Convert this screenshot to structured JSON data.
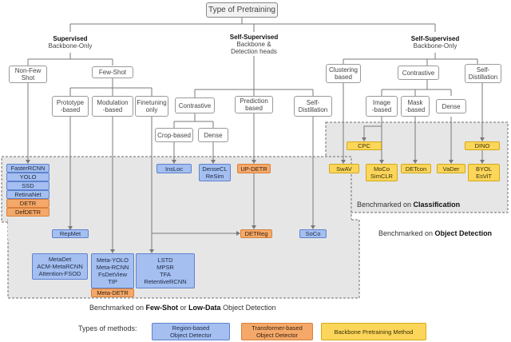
{
  "root": "Type of Pretraining",
  "categories": {
    "supervised": {
      "title": "Supervised",
      "sub": "Backbone-Only"
    },
    "self_supervised_det": {
      "title": "Self-Supervised",
      "sub1": "Backbone &",
      "sub2": "Detection heads"
    },
    "self_supervised_bb": {
      "title": "Self-Supervised",
      "sub": "Backbone-Only"
    }
  },
  "nodes": {
    "non_few_shot": [
      "Non-Few",
      "Shot"
    ],
    "few_shot": "Few-Shot",
    "prototype": [
      "Prototype",
      "-based"
    ],
    "modulation": [
      "Modulation",
      "-based"
    ],
    "finetuning": [
      "Finetuning",
      "only"
    ],
    "contrastive_mid": "Contrastive",
    "prediction": [
      "Prediction",
      "based"
    ],
    "self_distill_mid": [
      "Self-",
      "Distillation"
    ],
    "crop_based": "Crop-based",
    "dense_mid": "Dense",
    "clustering": [
      "Clustering",
      "based"
    ],
    "contrastive_right": "Contrastive",
    "self_distill_right": [
      "Self-",
      "Distillation"
    ],
    "image_based": [
      "Image",
      "-based"
    ],
    "mask_based": [
      "Mask",
      "-based"
    ],
    "dense_right": "Dense"
  },
  "methods": {
    "supervised_list": [
      {
        "label": "FasterRCNN",
        "type": "region"
      },
      {
        "label": "YOLO",
        "type": "region"
      },
      {
        "label": "SSD",
        "type": "region"
      },
      {
        "label": "RetinaNet",
        "type": "region"
      },
      {
        "label": "DETR",
        "type": "transformer"
      },
      {
        "label": "DefDETR",
        "type": "transformer"
      }
    ],
    "insloc": "InsLoc",
    "densecl": [
      "DenseCL",
      "ReSim"
    ],
    "updetr": "UP-DETR",
    "cpc": "CPC",
    "dino": "DINO",
    "swav": "SwAV",
    "moco": [
      "MoCo",
      "SimCLR"
    ],
    "detcon": "DETcon",
    "vader": "VaDer",
    "byol": [
      "BYOL",
      "EsViT"
    ],
    "repmet": "RepMet",
    "detreg": "DETReg",
    "soco": "SoCo",
    "fewshot_left": [
      "MetaDet",
      "ACM-MetaRCNN",
      "Attention-FSOD"
    ],
    "fewshot_mod": [
      "Meta-YOLO",
      "Meta-RCNN",
      "FsDetView",
      "TIP"
    ],
    "meta_detr": "Meta-DETR",
    "fewshot_ft": [
      "LSTD",
      "MPSR",
      "TFA",
      "RetentiveRCNN"
    ]
  },
  "regions": {
    "classification": {
      "prefix": "Benchmarked on ",
      "bold": "Classification"
    },
    "object_detection": {
      "prefix": "Benchmarked on ",
      "bold": "Object Detection"
    },
    "few_shot": {
      "prefix": "Benchmarked on ",
      "bold1": "Few-Shot",
      "mid": " or ",
      "bold2": "Low-Data",
      "suffix": " Object Detection"
    }
  },
  "legend": {
    "title": "Types of methods:",
    "region_based": [
      "Region-based",
      "Object Detector"
    ],
    "transformer_based": [
      "Transformer-based",
      "Object Detector"
    ],
    "backbone": "Backbone Pretraining Method"
  }
}
